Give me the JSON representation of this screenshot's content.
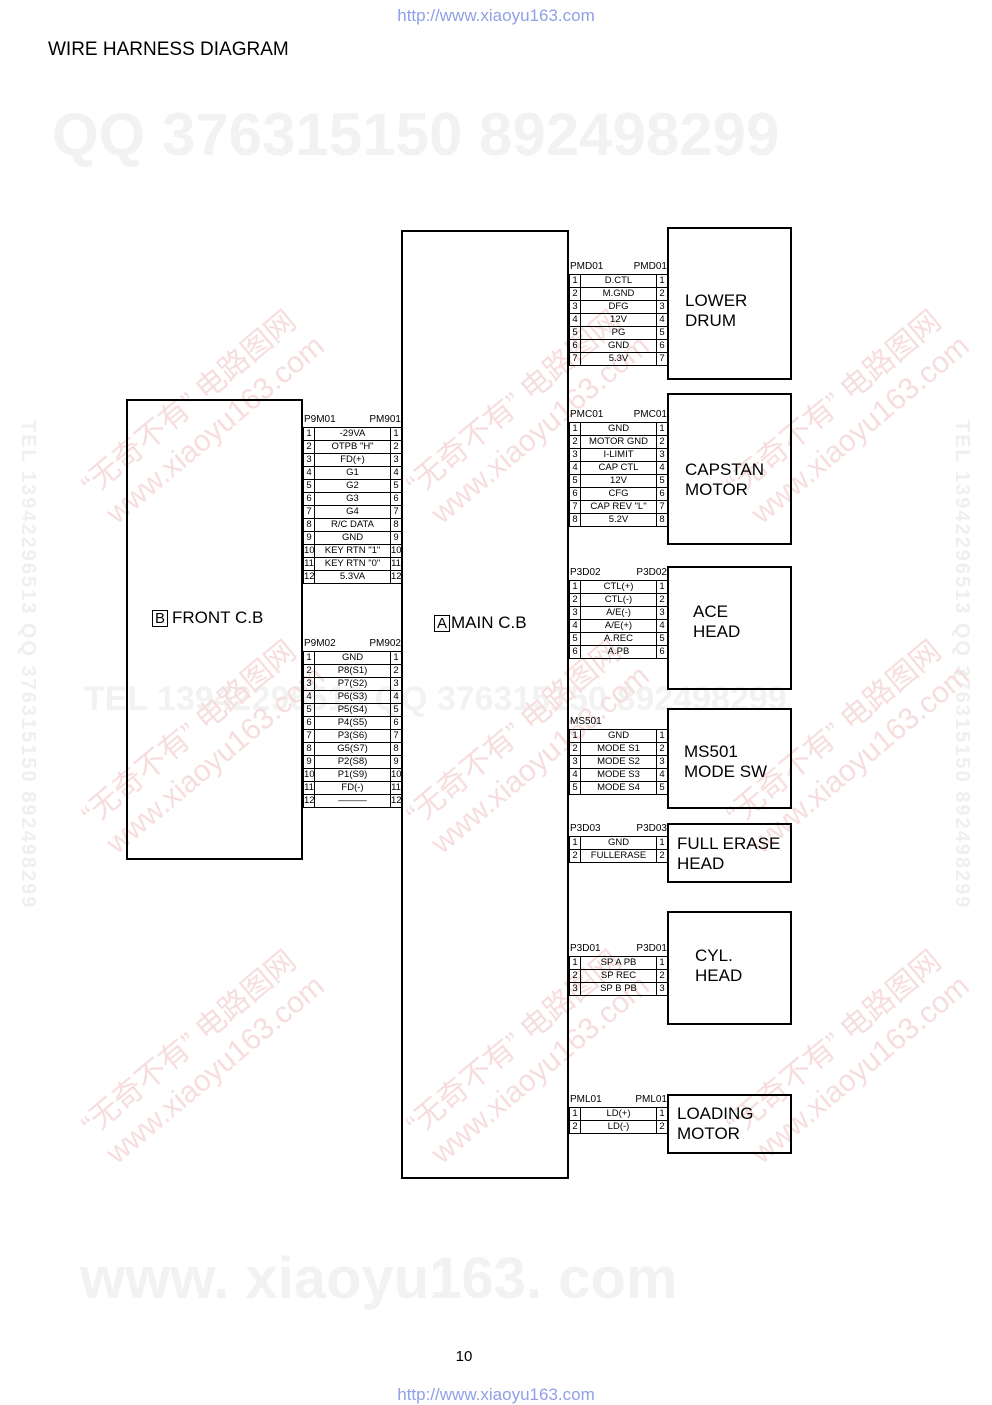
{
  "header_url": "http://www.xiaoyu163.com",
  "footer_url": "http://www.xiaoyu163.com",
  "title": "WIRE HARNESS DIAGRAM",
  "page_number": "10",
  "watermarks": {
    "qq": "QQ 376315150    892498299",
    "bottom": "www. xiaoyu163. com",
    "mid": "TEL 13942296513    QQ 376315150    892498299",
    "diag_cn": "“无奇不有” 电路图网",
    "diag_url": "www.xiaoyu163.com",
    "vertical": "TEL 13942296513  QQ 376315150  892498299"
  },
  "boards": {
    "front": {
      "tag": "B",
      "name": "FRONT C.B"
    },
    "main": {
      "tag": "A",
      "name": "MAIN C.B"
    }
  },
  "devices": {
    "lower_drum": [
      "LOWER",
      "DRUM"
    ],
    "capstan_motor": [
      "CAPSTAN",
      "MOTOR"
    ],
    "ace_head": [
      "ACE",
      "HEAD"
    ],
    "mode_sw": [
      "MS501",
      "MODE SW"
    ],
    "full_erase_head": [
      "FULL ERASE",
      "HEAD"
    ],
    "cyl_head": [
      "CYL.",
      "HEAD"
    ],
    "loading_motor": [
      "LOADING",
      "MOTOR"
    ]
  },
  "connectors": {
    "p9m01": {
      "left": "P9M01",
      "right": "PM901",
      "pins": [
        [
          "1",
          "-29VA",
          "1"
        ],
        [
          "2",
          "OTPB \"H\"",
          "2"
        ],
        [
          "3",
          "FD(+)",
          "3"
        ],
        [
          "4",
          "G1",
          "4"
        ],
        [
          "5",
          "G2",
          "5"
        ],
        [
          "6",
          "G3",
          "6"
        ],
        [
          "7",
          "G4",
          "7"
        ],
        [
          "8",
          "R/C DATA",
          "8"
        ],
        [
          "9",
          "GND",
          "9"
        ],
        [
          "10",
          "KEY RTN \"1\"",
          "10"
        ],
        [
          "11",
          "KEY RTN \"0\"",
          "11"
        ],
        [
          "12",
          "5.3VA",
          "12"
        ]
      ]
    },
    "p9m02": {
      "left": "P9M02",
      "right": "PM902",
      "pins": [
        [
          "1",
          "GND",
          "1"
        ],
        [
          "2",
          "P8(S1)",
          "2"
        ],
        [
          "3",
          "P7(S2)",
          "3"
        ],
        [
          "4",
          "P6(S3)",
          "4"
        ],
        [
          "5",
          "P5(S4)",
          "5"
        ],
        [
          "6",
          "P4(S5)",
          "6"
        ],
        [
          "7",
          "P3(S6)",
          "7"
        ],
        [
          "8",
          "G5(S7)",
          "8"
        ],
        [
          "9",
          "P2(S8)",
          "9"
        ],
        [
          "10",
          "P1(S9)",
          "10"
        ],
        [
          "11",
          "FD(-)",
          "11"
        ],
        [
          "12",
          "———",
          "12"
        ]
      ]
    },
    "pmd01": {
      "left": "PMD01",
      "right": "PMD01",
      "pins": [
        [
          "1",
          "D.CTL",
          "1"
        ],
        [
          "2",
          "M.GND",
          "2"
        ],
        [
          "3",
          "DFG",
          "3"
        ],
        [
          "4",
          "12V",
          "4"
        ],
        [
          "5",
          "PG",
          "5"
        ],
        [
          "6",
          "GND",
          "6"
        ],
        [
          "7",
          "5.3V",
          "7"
        ]
      ]
    },
    "pmc01": {
      "left": "PMC01",
      "right": "PMC01",
      "pins": [
        [
          "1",
          "GND",
          "1"
        ],
        [
          "2",
          "MOTOR GND",
          "2"
        ],
        [
          "3",
          "I-LIMIT",
          "3"
        ],
        [
          "4",
          "CAP CTL",
          "4"
        ],
        [
          "5",
          "12V",
          "5"
        ],
        [
          "6",
          "CFG",
          "6"
        ],
        [
          "7",
          "CAP REV \"L\"",
          "7"
        ],
        [
          "8",
          "5.2V",
          "8"
        ]
      ]
    },
    "p3d02": {
      "left": "P3D02",
      "right": "P3D02",
      "pins": [
        [
          "1",
          "CTL(+)",
          "1"
        ],
        [
          "2",
          "CTL(-)",
          "2"
        ],
        [
          "3",
          "A/E(-)",
          "3"
        ],
        [
          "4",
          "A/E(+)",
          "4"
        ],
        [
          "5",
          "A.REC",
          "5"
        ],
        [
          "6",
          "A.PB",
          "6"
        ]
      ]
    },
    "ms501": {
      "left": "MS501",
      "right": "",
      "pins": [
        [
          "1",
          "GND",
          "1"
        ],
        [
          "2",
          "MODE S1",
          "2"
        ],
        [
          "3",
          "MODE S2",
          "3"
        ],
        [
          "4",
          "MODE S3",
          "4"
        ],
        [
          "5",
          "MODE S4",
          "5"
        ]
      ]
    },
    "p3d03": {
      "left": "P3D03",
      "right": "P3D03",
      "pins": [
        [
          "1",
          "GND",
          "1"
        ],
        [
          "2",
          "FULLERASE",
          "2"
        ]
      ]
    },
    "p3d01": {
      "left": "P3D01",
      "right": "P3D01",
      "pins": [
        [
          "1",
          "SP A PB",
          "1"
        ],
        [
          "2",
          "SP REC",
          "2"
        ],
        [
          "3",
          "SP B PB",
          "3"
        ]
      ]
    },
    "pml01": {
      "left": "PML01",
      "right": "PML01",
      "pins": [
        [
          "1",
          "LD(+)",
          "1"
        ],
        [
          "2",
          "LD(-)",
          "2"
        ]
      ]
    }
  }
}
